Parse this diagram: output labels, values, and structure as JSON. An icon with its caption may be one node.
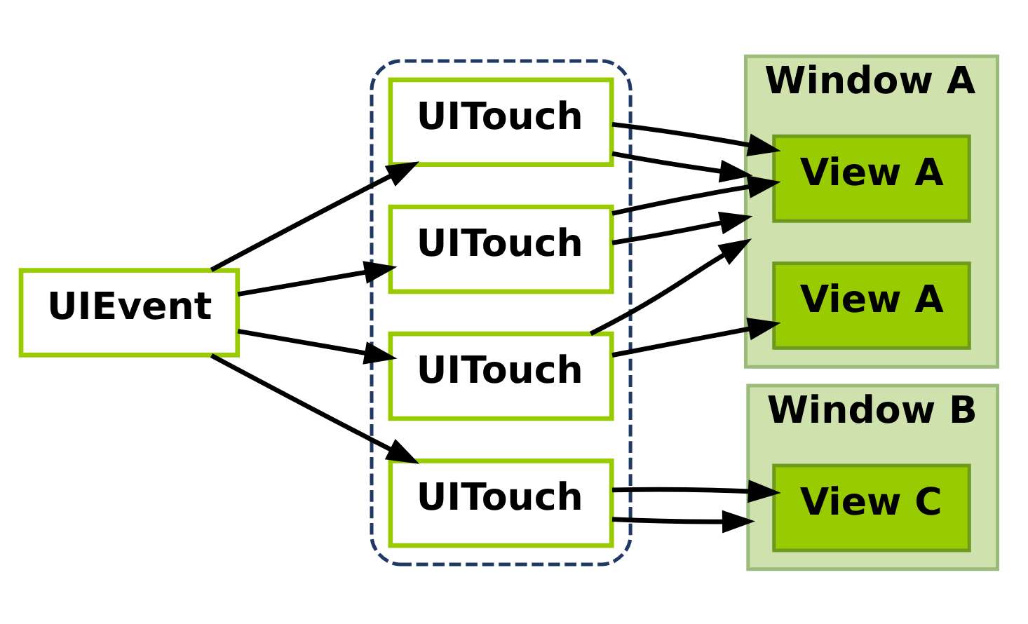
{
  "diagram": {
    "nodes": [
      {
        "text": [
          "UIEvent"
        ]
      },
      {
        "text": [],
        "shape": "box"
      },
      {
        "text": [
          "UITouch"
        ],
        "in": 1
      },
      {
        "text": [
          "UITouch"
        ],
        "in": 1
      },
      {
        "text": [
          "UITouch"
        ],
        "in": 1
      },
      {
        "text": [
          "UITouch"
        ],
        "in": 1
      },
      {
        "text": [
          "Window A"
        ]
      },
      {
        "text": [
          "View A"
        ],
        "in": 6
      },
      {
        "text": [
          "View A"
        ],
        "in": 6
      },
      {
        "text": [
          "Window B"
        ]
      },
      {
        "text": [
          "View C"
        ],
        "in": 9
      }
    ],
    "edges": [
      {
        "from": 0,
        "to": 2,
        "arrow": "to"
      },
      {
        "from": 0,
        "to": 3,
        "arrow": "to"
      },
      {
        "from": 0,
        "to": 4,
        "arrow": "to"
      },
      {
        "from": 0,
        "to": 5,
        "arrow": "to"
      },
      {
        "from": 2,
        "to": 6,
        "arrow": "to"
      },
      {
        "from": 2,
        "to": 7,
        "arrow": "to"
      },
      {
        "from": 3,
        "to": 6,
        "arrow": "to"
      },
      {
        "from": 3,
        "to": 7,
        "arrow": "to"
      },
      {
        "from": 4,
        "to": 6,
        "arrow": "to"
      },
      {
        "from": 4,
        "to": 8,
        "arrow": "to"
      },
      {
        "from": 5,
        "to": 9,
        "arrow": "to"
      },
      {
        "from": 5,
        "to": 10,
        "arrow": "to"
      }
    ]
  }
}
